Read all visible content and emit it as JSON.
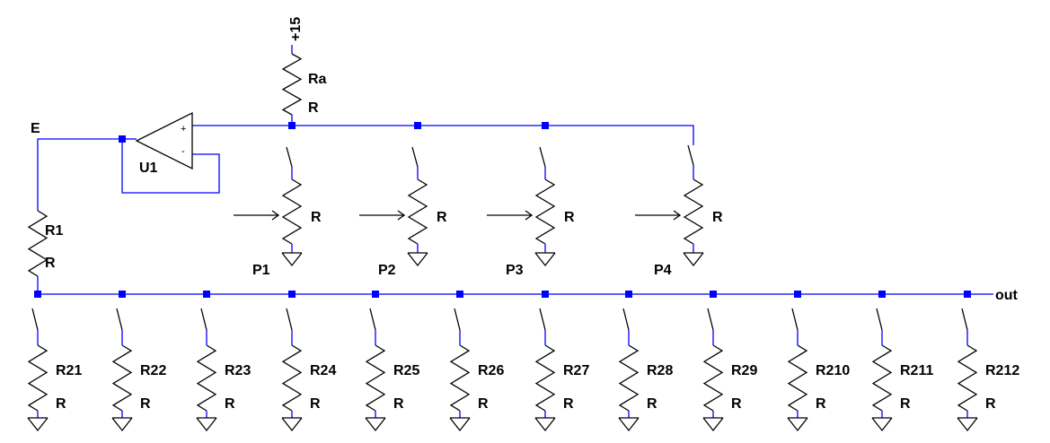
{
  "labels": {
    "supply": "+15",
    "e_node": "E",
    "out_node": "out",
    "opamp_name": "U1",
    "opamp_plus": "+",
    "opamp_minus": "-"
  },
  "resistors": {
    "ra": {
      "name": "Ra",
      "value": "R"
    },
    "r1": {
      "name": "R1",
      "value": "R"
    },
    "pots": [
      {
        "name": "P1",
        "value": "R"
      },
      {
        "name": "P2",
        "value": "R"
      },
      {
        "name": "P3",
        "value": "R"
      },
      {
        "name": "P4",
        "value": "R"
      }
    ],
    "bank": [
      {
        "name": "R21",
        "value": "R"
      },
      {
        "name": "R22",
        "value": "R"
      },
      {
        "name": "R23",
        "value": "R"
      },
      {
        "name": "R24",
        "value": "R"
      },
      {
        "name": "R25",
        "value": "R"
      },
      {
        "name": "R26",
        "value": "R"
      },
      {
        "name": "R27",
        "value": "R"
      },
      {
        "name": "R28",
        "value": "R"
      },
      {
        "name": "R29",
        "value": "R"
      },
      {
        "name": "R210",
        "value": "R"
      },
      {
        "name": "R211",
        "value": "R"
      },
      {
        "name": "R212",
        "value": "R"
      }
    ]
  },
  "colors": {
    "wire": "#0000ff",
    "component": "#000000",
    "background": "#ffffff"
  }
}
